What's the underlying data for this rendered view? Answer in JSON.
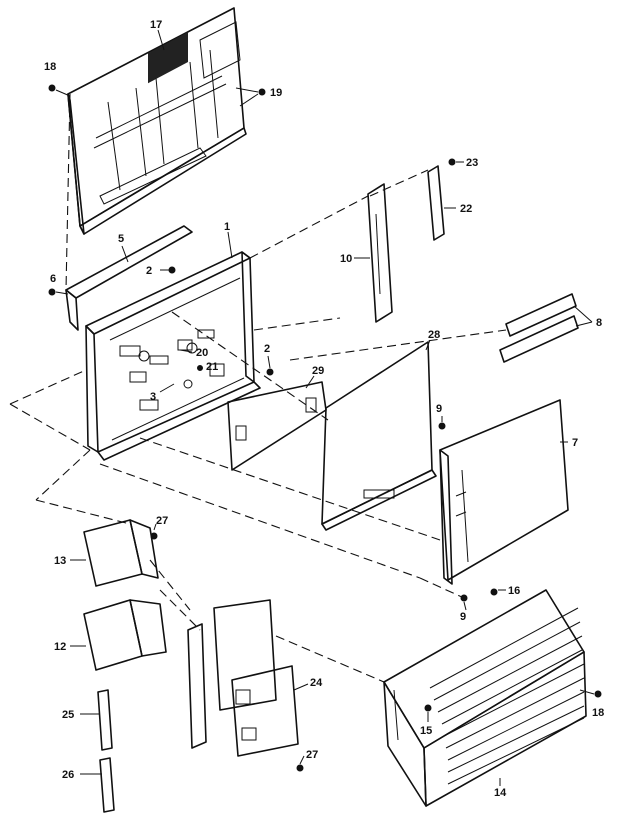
{
  "callouts": {
    "p1": "1",
    "p2a": "2",
    "p2b": "2",
    "p3": "3",
    "p5": "5",
    "p6": "6",
    "p7": "7",
    "p8": "8",
    "p9a": "9",
    "p9b": "9",
    "p10": "10",
    "p12": "12",
    "p13": "13",
    "p14": "14",
    "p15": "15",
    "p16": "16",
    "p17": "17",
    "p18a": "18",
    "p18b": "18",
    "p19": "19",
    "p20": "20",
    "p21": "21",
    "p22": "22",
    "p23": "23",
    "p24": "24",
    "p25": "25",
    "p26": "26",
    "p27a": "27",
    "p27b": "27",
    "p28": "28",
    "p29": "29"
  }
}
